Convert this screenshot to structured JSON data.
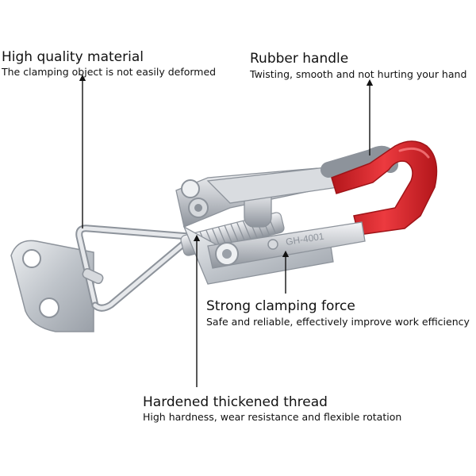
{
  "callouts": {
    "material": {
      "title": "High quality material",
      "subtitle": "The clamping object is not easily deformed"
    },
    "handle": {
      "title": "Rubber handle",
      "subtitle": "Twisting, smooth and not hurting your hand"
    },
    "force": {
      "title": "Strong clamping force",
      "subtitle": "Safe and reliable, effectively improve work efficiency"
    },
    "thread": {
      "title": "Hardened thickened thread",
      "subtitle": "High hardness, wear resistance and flexible rotation"
    }
  },
  "product": {
    "lever_marking": "GH-4001",
    "colors": {
      "metal": "#c9ccd1",
      "metal_dark": "#8d939b",
      "metal_light": "#eef0f2",
      "rubber": "#e4262c",
      "rubber_dark": "#b3161b",
      "arrow": "#111111"
    }
  }
}
